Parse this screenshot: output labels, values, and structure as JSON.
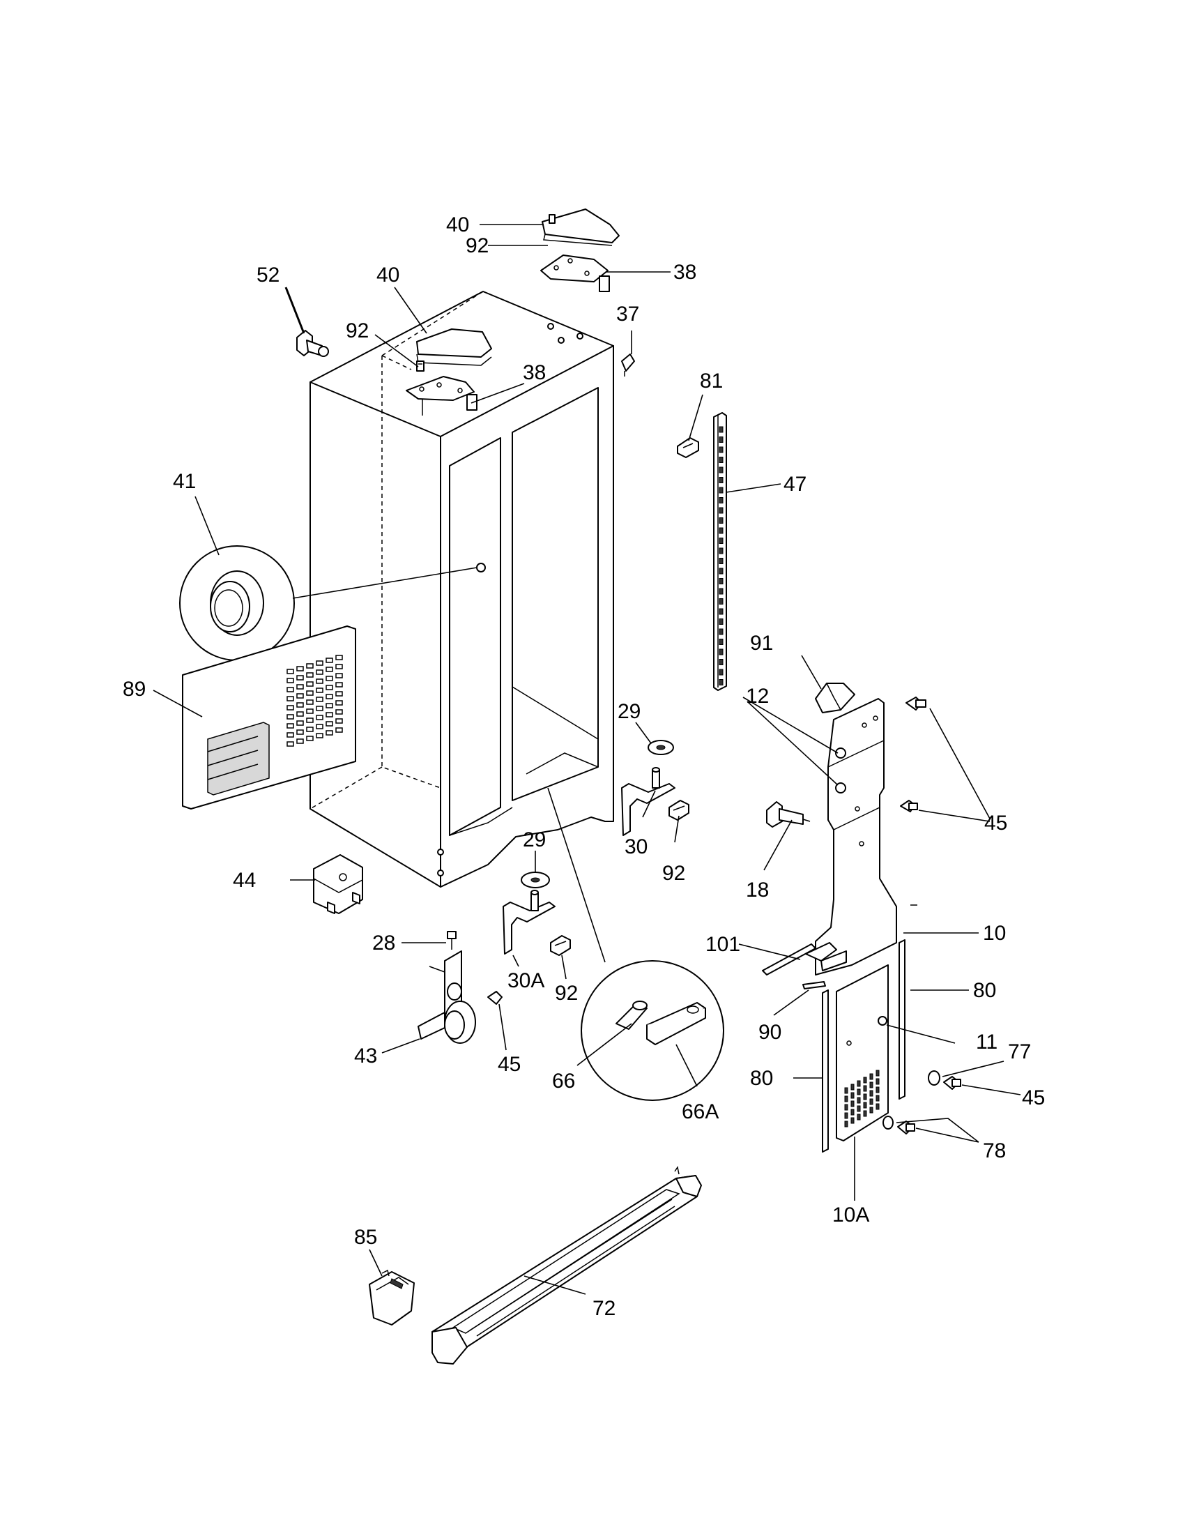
{
  "labels": {
    "l40a": "40",
    "l92a": "92",
    "l38a": "38",
    "l52": "52",
    "l40b": "40",
    "l37": "37",
    "l92b": "92",
    "l38b": "38",
    "l81": "81",
    "l47": "47",
    "l41": "41",
    "l91": "91",
    "l12": "12",
    "l89": "89",
    "l29a": "29",
    "l45a": "45",
    "l30": "30",
    "l92c": "92",
    "l18": "18",
    "l29b": "29",
    "l44": "44",
    "l10": "10",
    "l28": "28",
    "l101": "101",
    "l30A": "30A",
    "l92d": "92",
    "l80a": "80",
    "l90": "90",
    "l11": "11",
    "l77": "77",
    "l43": "43",
    "l45b": "45",
    "l66": "66",
    "l80b": "80",
    "l45c": "45",
    "l66A": "66A",
    "l78": "78",
    "l10A": "10A",
    "l85": "85",
    "l72": "72"
  },
  "colors": {
    "line": "#000000",
    "background": "#ffffff"
  }
}
